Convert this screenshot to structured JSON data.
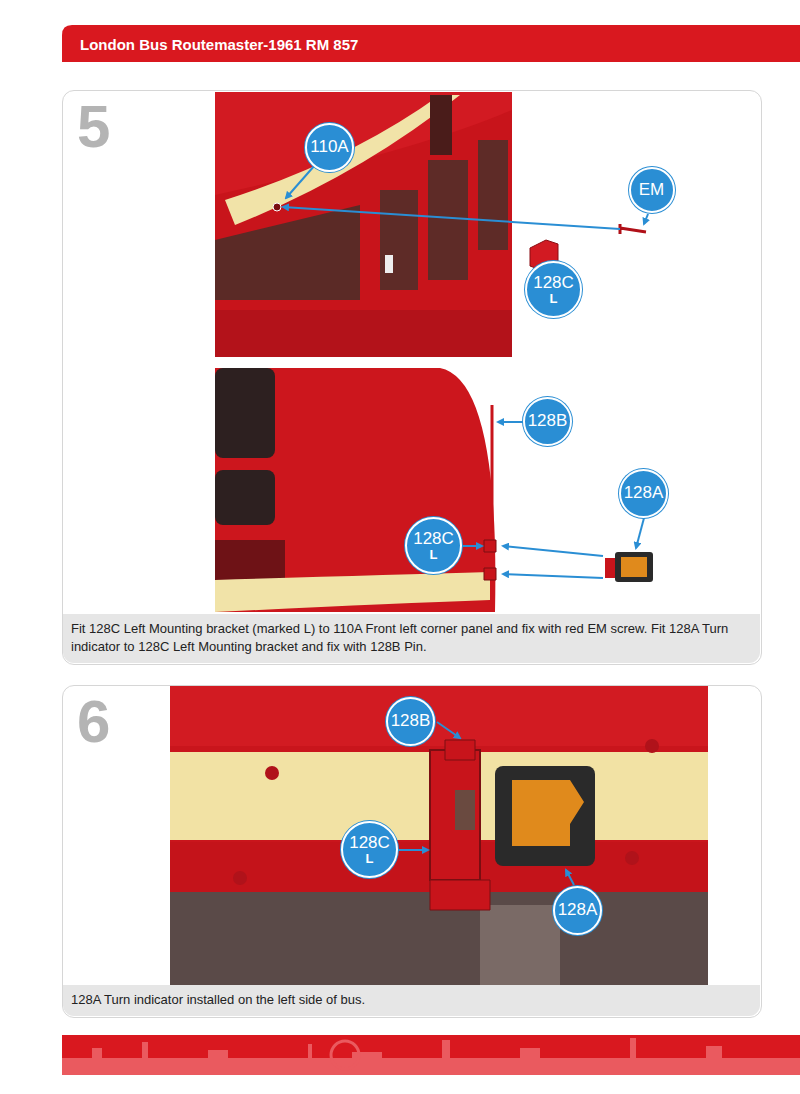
{
  "diagram": {
    "title": "London Bus Routemaster-1961 RM 857",
    "nodes": [
      {
        "text": [
          "5",
          "Fit 128C Left Mounting bracket (marked L) to 110A Front left corner panel and fix with red EM screw. Fit 128A Turn indicator to 128C Left Mounting bracket and fix with 128B Pin."
        ]
      },
      {
        "text": [
          "110A"
        ],
        "in": 0
      },
      {
        "text": [
          "EM"
        ],
        "in": 0
      },
      {
        "text": [
          "128C",
          "L"
        ],
        "in": 0
      },
      {
        "text": [
          "128B"
        ],
        "in": 0
      },
      {
        "text": [
          "128A"
        ],
        "in": 0
      },
      {
        "text": [
          "128C",
          "L"
        ],
        "in": 0
      },
      {
        "text": [
          "6",
          "128A Turn indicator installed on the left side of bus."
        ]
      },
      {
        "text": [
          "128B"
        ],
        "in": 7
      },
      {
        "text": [
          "128C",
          "L"
        ],
        "in": 7
      },
      {
        "text": [
          "128A"
        ],
        "in": 7
      }
    ]
  }
}
